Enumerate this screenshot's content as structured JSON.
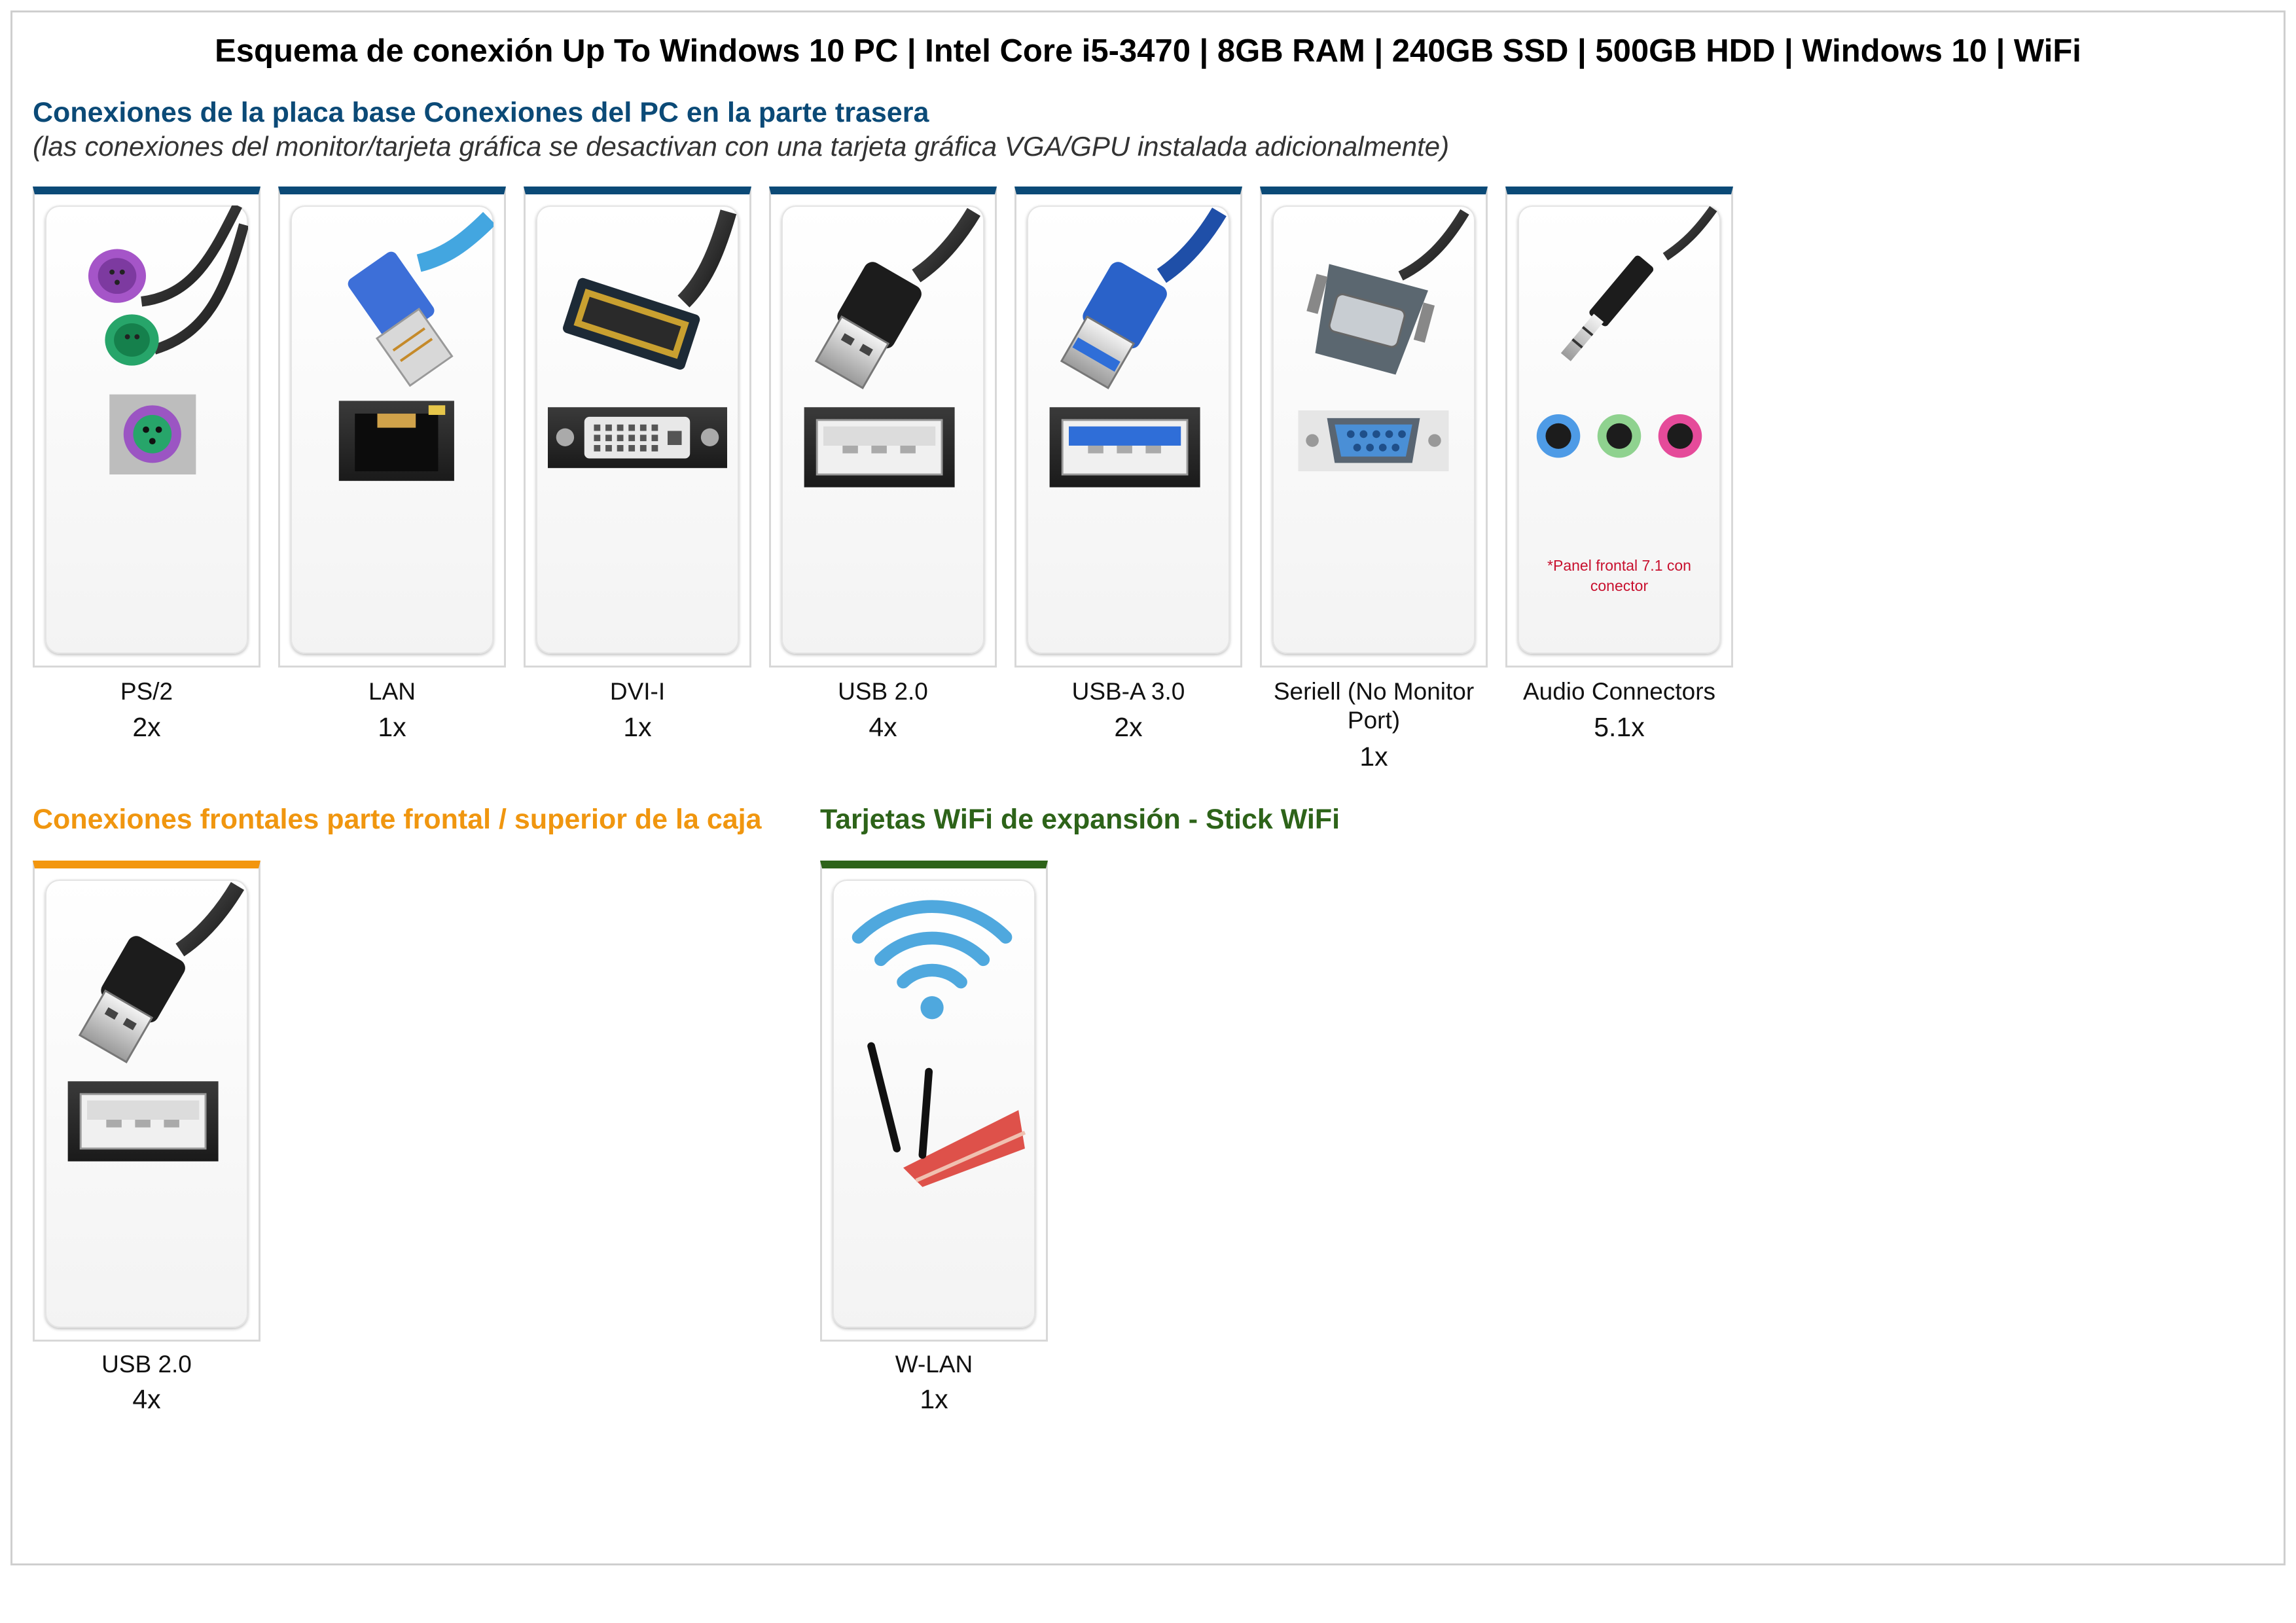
{
  "title": "Esquema de conexión Up To Windows 10 PC | Intel Core i5-3470 | 8GB RAM | 240GB SSD | 500GB HDD | Windows 10 | WiFi",
  "rear": {
    "title": "Conexiones de la placa base Conexiones del PC en la parte trasera",
    "subtitle": "(las conexiones del monitor/tarjeta gráfica se desactivan con una tarjeta gráfica VGA/GPU instalada adicionalmente)",
    "ports": [
      {
        "label": "PS/2",
        "count": "2x",
        "icon": "ps2-connector-icon"
      },
      {
        "label": "LAN",
        "count": "1x",
        "icon": "ethernet-connector-icon"
      },
      {
        "label": "DVI-I",
        "count": "1x",
        "icon": "dvi-connector-icon"
      },
      {
        "label": "USB 2.0",
        "count": "4x",
        "icon": "usb-connector-icon"
      },
      {
        "label": "USB-A 3.0",
        "count": "2x",
        "icon": "usb3-connector-icon"
      },
      {
        "label": "Seriell (No Monitor Port)",
        "count": "1x",
        "icon": "serial-connector-icon"
      },
      {
        "label": "Audio Connectors",
        "count": "5.1x",
        "icon": "audio-jack-icon",
        "note": "*Panel frontal 7.1 con conector"
      }
    ]
  },
  "front": {
    "title": "Conexiones frontales parte frontal / superior de la caja",
    "ports": [
      {
        "label": "USB 2.0",
        "count": "4x",
        "icon": "usb-connector-icon"
      }
    ]
  },
  "wifi": {
    "title": "Tarjetas WiFi de expansión - Stick WiFi",
    "ports": [
      {
        "label": "W-LAN",
        "count": "1x",
        "icon": "wifi-card-icon"
      }
    ]
  },
  "colors": {
    "rear_accent": "#0b4a77",
    "front_accent": "#f3960e",
    "wifi_accent": "#2d6319",
    "note_red": "#c8102e"
  }
}
